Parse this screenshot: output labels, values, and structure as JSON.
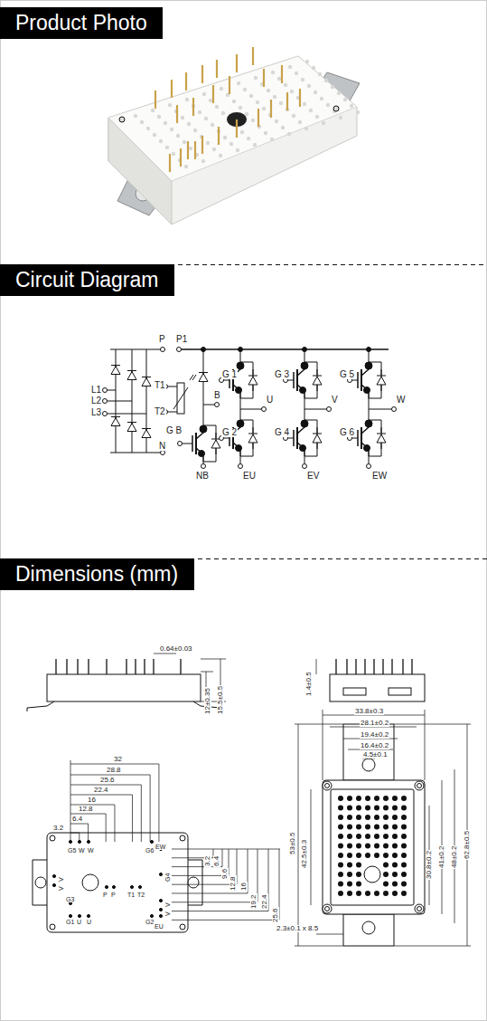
{
  "diagram": {
    "nodes": [
      {
        "text": [
          "Product Photo"
        ]
      },
      {
        "text": [
          "Circuit Diagram"
        ]
      },
      {
        "text": [
          "Dimensions (mm)"
        ]
      }
    ],
    "labels": [
      "P",
      "P1",
      "L1",
      "L2",
      "L3",
      "N",
      "T1",
      "T2",
      "G 1",
      "B",
      "U",
      "G 3",
      "V",
      "G 5",
      "W",
      "G B",
      "G 2",
      "G 4",
      "G 6",
      "NB",
      "EU",
      "EV",
      "EW",
      "0.64±0.03",
      "12±0.35",
      "15.5±0.5",
      "1.4±0.5",
      "33.8±0.3",
      "28.1±0.2",
      "19.4±0.2",
      "16.4±0.2",
      "4.5±0.1",
      "53±0.5",
      "42.5±0.3",
      "30.8±0.2",
      "41±0.2",
      "48±0.2",
      "62.8±0.5",
      "2.3±0.1 x 8.5",
      "32",
      "28.8",
      "25.6",
      "22.4",
      "16",
      "12.8",
      "6.4",
      "3.2",
      "G5",
      "W",
      "W",
      "G6",
      "EW",
      "3.2",
      "6.4",
      "9.6",
      "12.8",
      "16",
      "19.2",
      "22.4",
      "25.6",
      "V",
      "V",
      "G3",
      "P",
      "P",
      "T1",
      "T2",
      "G4",
      "V",
      "V",
      "G1",
      "U",
      "U",
      "G2",
      "EU"
    ]
  }
}
